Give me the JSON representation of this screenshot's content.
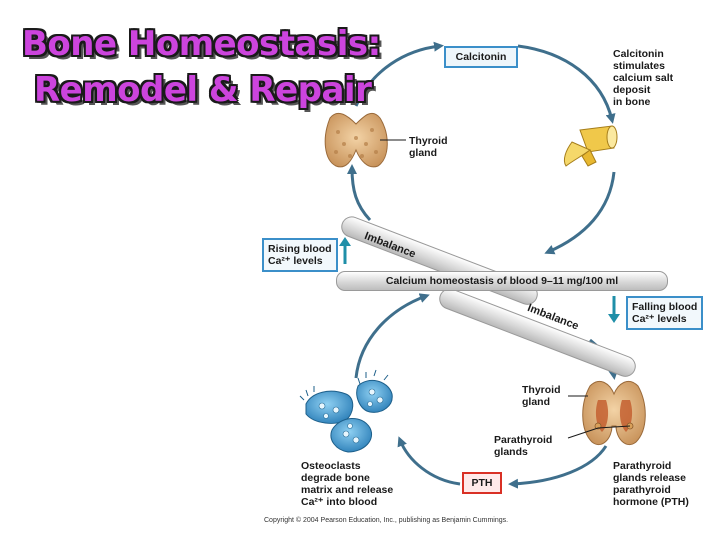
{
  "title": {
    "line1": "Bone Homeostasis:",
    "line2": "Remodel & Repair"
  },
  "labels": {
    "calcitonin": "Calcitonin",
    "calcitonin_effect": "Calcitonin\nstimulates\ncalcium salt\ndeposit\nin bone",
    "thyroid_top": "Thyroid\ngland",
    "rising": "Rising blood\nCa²⁺ levels",
    "falling": "Falling blood\nCa²⁺ levels",
    "imbalance_top": "Imbalance",
    "imbalance_bottom": "Imbalance",
    "homeostasis": "Calcium homeostasis of blood 9–11 mg/100 ml",
    "thyroid_bottom": "Thyroid\ngland",
    "parathyroid": "Parathyroid\nglands",
    "osteoclasts": "Osteoclasts\ndegrade bone\nmatrix and release\nCa²⁺ into blood",
    "pth": "PTH",
    "parathyroid_release": "Parathyroid\nglands release\nparathyroid\nhormone (PTH)"
  },
  "copyright": "Copyright © 2004 Pearson Education, Inc., publishing as Benjamin Cummings.",
  "colors": {
    "cycle_arrow": "#3f6f8c",
    "title_fill": "#cc44dd",
    "teal_arrow": "#1f8fa8",
    "box_border_blue": "#3b8fc9",
    "box_border_red": "#d93025",
    "thyroid": "#e0b88a",
    "bone": "#f0c84a",
    "osteoclast": "#4aa3d8"
  },
  "icons": [
    "thyroid-gland-icon",
    "bone-icon",
    "parathyroid-icon",
    "osteoclast-icon"
  ]
}
